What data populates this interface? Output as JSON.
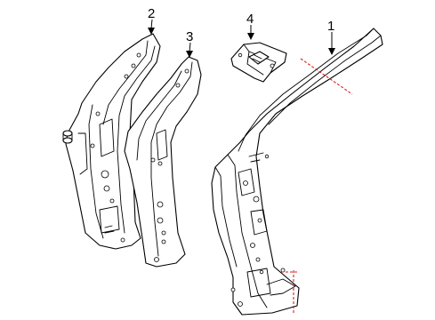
{
  "callouts": [
    {
      "id": "1",
      "label": "1"
    },
    {
      "id": "2",
      "label": "2"
    },
    {
      "id": "3",
      "label": "3"
    },
    {
      "id": "4",
      "label": "4"
    }
  ],
  "colors": {
    "line": "#000000",
    "cut_line": "#d62020",
    "background": "#ffffff"
  }
}
